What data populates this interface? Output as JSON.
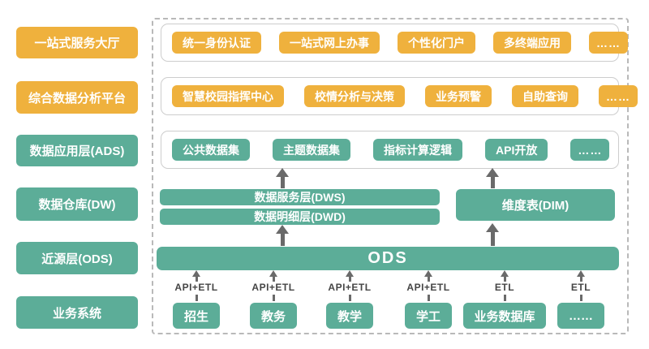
{
  "colors": {
    "accent_yellow": "#EFB13D",
    "accent_green": "#5CAD98",
    "arrow_gray": "#6A6A6A",
    "frame_dashed_gray": "#B9B9B9",
    "row_box_border": "#CDCDCD",
    "block_text": "#FFFFFF",
    "etl_text": "#454545"
  },
  "left_column": {
    "items": [
      {
        "label": "一站式服务大厅"
      },
      {
        "label": "综合数据分析平台"
      },
      {
        "label": "数据应用层(ADS)"
      },
      {
        "label": "数据仓库(DW)"
      },
      {
        "label": "近源层(ODS)"
      },
      {
        "label": "业务系统"
      }
    ]
  },
  "service_row": {
    "items": [
      "统一身份认证",
      "一站式网上办事",
      "个性化门户",
      "多终端应用",
      "……"
    ]
  },
  "platform_row": {
    "items": [
      "智慧校园指挥中心",
      "校情分析与决策",
      "业务预警",
      "自助查询",
      "……"
    ]
  },
  "ads_row": {
    "items": [
      "公共数据集",
      "主题数据集",
      "指标计算逻辑",
      "API开放",
      "……"
    ]
  },
  "warehouse": {
    "dws_label": "数据服务层(DWS)",
    "dwd_label": "数据明细层(DWD)",
    "dim_label": "维度表(DIM)",
    "ods_label": "ODS"
  },
  "sources": {
    "items": [
      {
        "etl_label": "API+ETL",
        "system_label": "招生"
      },
      {
        "etl_label": "API+ETL",
        "system_label": "教务"
      },
      {
        "etl_label": "API+ETL",
        "system_label": "教学"
      },
      {
        "etl_label": "API+ETL",
        "system_label": "学工"
      },
      {
        "etl_label": "ETL",
        "system_label": "业务数据库"
      },
      {
        "etl_label": "ETL",
        "system_label": "……"
      }
    ]
  }
}
